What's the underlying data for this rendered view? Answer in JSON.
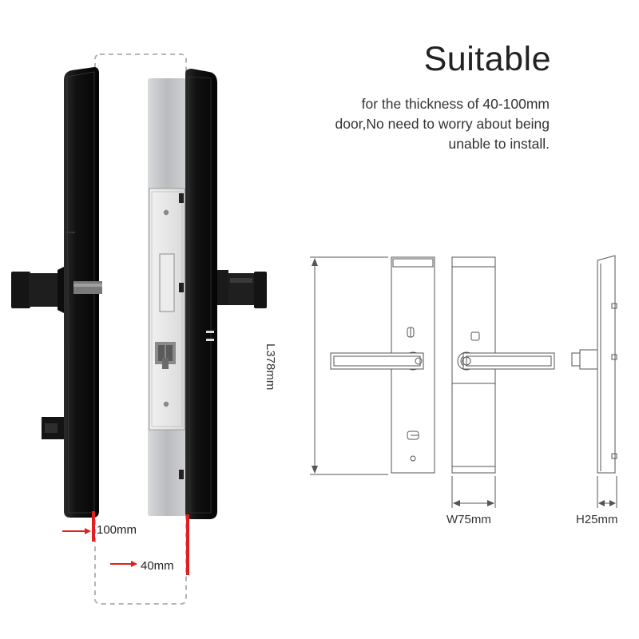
{
  "title": "Suitable",
  "description": [
    "for the thickness of 40-100mm",
    "door,No need to worry about being",
    "unable to install."
  ],
  "dimensions": {
    "length": "L378mm",
    "width": "W75mm",
    "height": "H25mm",
    "max_thickness": "100mm",
    "min_thickness": "40mm"
  },
  "colors": {
    "lock_body": "#151515",
    "plate": "#c2c4c6",
    "arrow": "#e02020",
    "text": "#333333",
    "line": "#555555"
  }
}
